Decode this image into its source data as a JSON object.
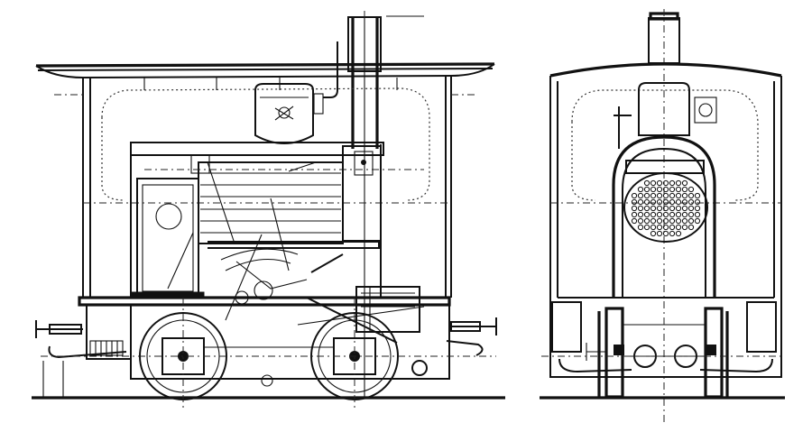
{
  "drawing": {
    "subject": "steam-tram-locomotive",
    "views": [
      {
        "name": "side-elevation"
      },
      {
        "name": "end-elevation"
      }
    ]
  }
}
